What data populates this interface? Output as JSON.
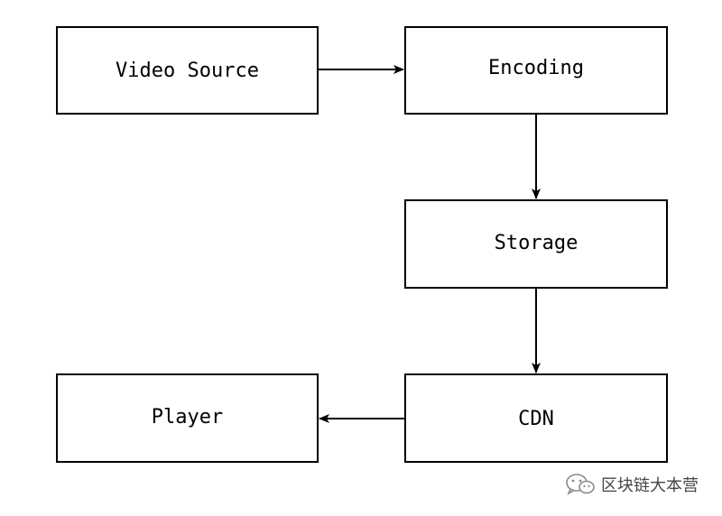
{
  "nodes": {
    "video_source": "Video Source",
    "encoding": "Encoding",
    "storage": "Storage",
    "cdn": "CDN",
    "player": "Player"
  },
  "watermark": {
    "text": "区块链大本营",
    "icon": "wechat-logo-icon"
  },
  "colors": {
    "stroke": "#000000",
    "background": "#ffffff"
  }
}
